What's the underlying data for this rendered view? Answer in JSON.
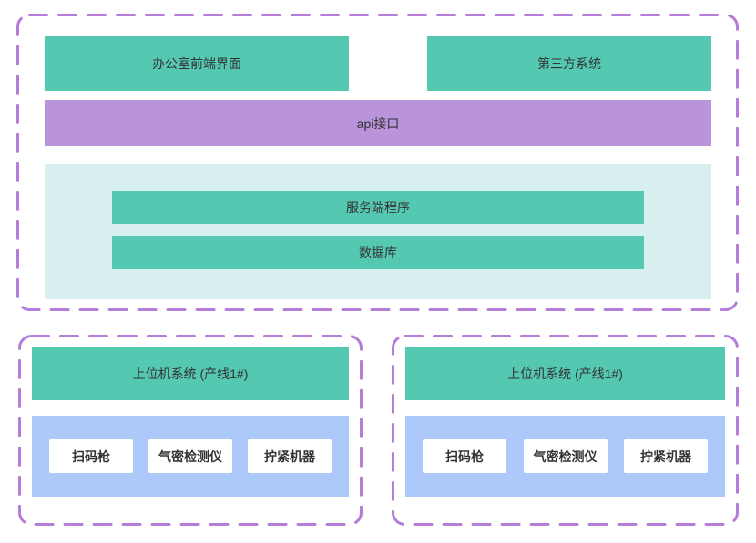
{
  "diagram": {
    "top_section": {
      "office_frontend": "办公室前端界面",
      "third_party": "第三方系统",
      "api": "api接口",
      "server_program": "服务端程序",
      "database": "数据库"
    },
    "production_lines": [
      {
        "title": "上位机系统 (产线1#)",
        "devices": [
          "扫码枪",
          "气密检测仪",
          "拧紧机器"
        ]
      },
      {
        "title": "上位机系统 (产线1#)",
        "devices": [
          "扫码枪",
          "气密检测仪",
          "拧紧机器"
        ]
      }
    ]
  },
  "colors": {
    "green_box": "#55C8B2",
    "api_box": "#BA94DB",
    "backend_container": "#D7EFEF",
    "device_container": "#ADC9FA",
    "dashed_border": "#B57CD8",
    "device_box": "#FFFFFF",
    "text": "#333333"
  }
}
